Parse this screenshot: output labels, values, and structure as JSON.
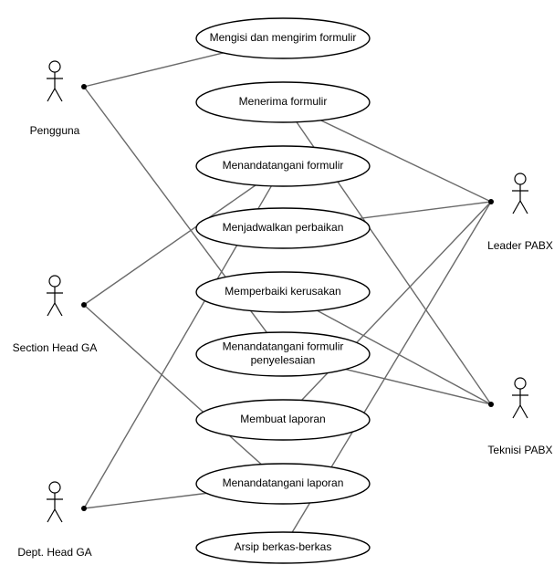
{
  "actors": [
    {
      "id": "pengguna",
      "label": "Pengguna"
    },
    {
      "id": "section_head_ga",
      "label": "Section Head GA"
    },
    {
      "id": "dept_head_ga",
      "label": "Dept. Head GA"
    },
    {
      "id": "leader_pabx",
      "label": "Leader PABX"
    },
    {
      "id": "teknisi_pabx",
      "label": "Teknisi PABX"
    }
  ],
  "use_cases": [
    {
      "id": "uc1",
      "lines": [
        "Mengisi dan mengirim formulir"
      ]
    },
    {
      "id": "uc2",
      "lines": [
        "Menerima formulir"
      ]
    },
    {
      "id": "uc3",
      "lines": [
        "Menandatangani formulir"
      ]
    },
    {
      "id": "uc4",
      "lines": [
        "Menjadwalkan perbaikan"
      ]
    },
    {
      "id": "uc5",
      "lines": [
        "Memperbaiki kerusakan"
      ]
    },
    {
      "id": "uc6",
      "lines": [
        "Menandatangani formulir",
        "penyelesaian"
      ]
    },
    {
      "id": "uc7",
      "lines": [
        "Membuat laporan"
      ]
    },
    {
      "id": "uc8",
      "lines": [
        "Menandatangani laporan"
      ]
    },
    {
      "id": "uc9",
      "lines": [
        "Arsip berkas-berkas"
      ]
    }
  ],
  "associations": [
    [
      "pengguna",
      "uc1"
    ],
    [
      "pengguna",
      "uc6"
    ],
    [
      "section_head_ga",
      "uc3"
    ],
    [
      "section_head_ga",
      "uc8"
    ],
    [
      "dept_head_ga",
      "uc3"
    ],
    [
      "dept_head_ga",
      "uc8"
    ],
    [
      "leader_pabx",
      "uc2"
    ],
    [
      "leader_pabx",
      "uc4"
    ],
    [
      "leader_pabx",
      "uc7"
    ],
    [
      "leader_pabx",
      "uc9"
    ],
    [
      "teknisi_pabx",
      "uc2"
    ],
    [
      "teknisi_pabx",
      "uc5"
    ],
    [
      "teknisi_pabx",
      "uc6"
    ]
  ]
}
